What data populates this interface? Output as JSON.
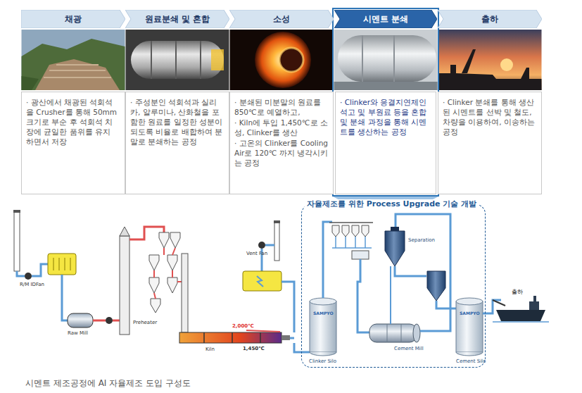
{
  "diagram": {
    "caption": "시멘트 제조공정에 AI 자율제조 도입 구성도",
    "nodes": [
      {
        "text": [
          "채광"
        ]
      },
      {
        "text": [
          "· 광산에서 채광된 석회석을 Crusher를 통해 50mm 크기로 부순 후 석회석 치장에 균일한 품위를 유지 하면서 저장"
        ]
      },
      {
        "text": [
          "원료분쇄 및 혼합"
        ]
      },
      {
        "text": [
          "· 주성분인 석회석과 실리카, 알루미나, 산화철을 포함한 원료를 일정한 성분이 되도록 비율로 배합하여 분말로 분쇄하는 공정"
        ]
      },
      {
        "text": [
          "소성"
        ]
      },
      {
        "text": [
          "· 분쇄된 미분말의 원료를 850℃로 예열하고,",
          "· Kiln에 투입 1,450℃로 소성, Clinker를 생산",
          "· 고온의 Clinker를 Cooling Air로 120℃ 까지 냉각시키는 공정"
        ]
      },
      {
        "text": [
          "시멘트 분쇄"
        ]
      },
      {
        "text": [
          "· Clinker와 응결지연제인 석고 및 부원료 등을 혼합 및 분쇄 과정을 통해 시멘트를 생산하는 공정"
        ]
      },
      {
        "text": [
          "출하"
        ]
      },
      {
        "text": [
          "· Clinker 분쇄를 통해 생산된 시멘트를 선박 및 철도, 차량을 이용하여, 이송하는 공정"
        ]
      },
      {
        "text": [
          "자율제조를 위한 Process Upgrade 기술 개발"
        ]
      }
    ],
    "labels": [
      "R/M IDFan",
      "Raw Mill",
      "Preheater",
      "Kiln",
      "2,000℃",
      "1,450℃",
      "Vent Fan",
      "Clinker Silo",
      "SAMPYO",
      "Separation",
      "Cement Mill",
      "SAMPYO",
      "Cement Silo",
      "출하"
    ]
  }
}
